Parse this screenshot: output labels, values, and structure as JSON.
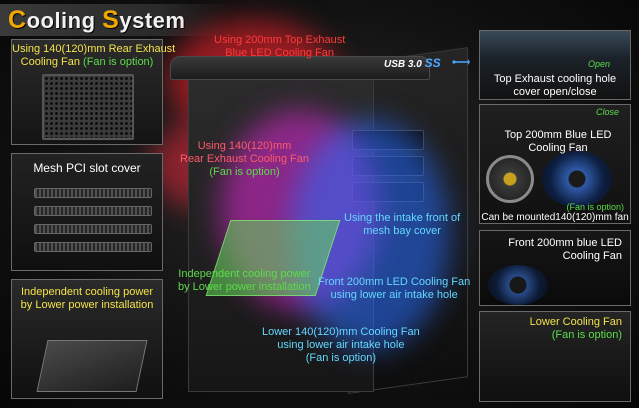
{
  "title": {
    "first_cap": "C",
    "rest1": "ooling ",
    "second_cap": "S",
    "rest2": "ystem"
  },
  "usb": {
    "label": "USB 3.0",
    "ss": "SS",
    "icon": "usb-trident-icon"
  },
  "left_panels": [
    {
      "line1": "Using 140(120)mm Rear Exhaust",
      "line2": "Cooling Fan",
      "note": "(Fan is option)"
    },
    {
      "line1": "Mesh PCI slot cover"
    },
    {
      "line1": "Independent cooling power",
      "line2": "by Lower power installation"
    }
  ],
  "right_panels": [
    {
      "line1": "Top Exhaust cooling hole",
      "line2": "cover open/close",
      "tag_open": "Open",
      "tag_close": "Close"
    },
    {
      "line1": "Top 200mm Blue LED",
      "line2": "Cooling Fan",
      "note": "(Fan is option)",
      "line3": "Can be mounted140(120)mm fan"
    },
    {
      "line1": "Front 200mm blue LED",
      "line2": "Cooling Fan"
    },
    {
      "line1": "Lower Cooling Fan",
      "note": "(Fan is option)"
    }
  ],
  "center_labels": {
    "top_fan": {
      "line1": "Using 200mm Top Exhaust",
      "line2": "Blue LED Cooling Fan"
    },
    "rear_fan": {
      "line1": "Using 140(120)mm",
      "line2": "Rear Exhaust Cooling Fan",
      "note": "(Fan is option)"
    },
    "intake": {
      "line1": "Using the intake front of",
      "line2": "mesh bay cover"
    },
    "independent": {
      "line1": "Independent cooling power",
      "line2": "by Lower power installation"
    },
    "front_fan": {
      "line1": "Front 200mm LED Cooling Fan",
      "line2": "using lower air intake hole"
    },
    "lower_fan": {
      "line1": "Lower 140(120)mm Cooling Fan",
      "line2": "using lower air intake hole",
      "note": "(Fan is option)"
    }
  },
  "colors": {
    "title_accent": "#f0a800",
    "caption_yellow": "#f4e34a",
    "note_green": "#5cdc4a",
    "label_cyan": "#63d8ff",
    "top_label_red": "#ff3a3a"
  }
}
